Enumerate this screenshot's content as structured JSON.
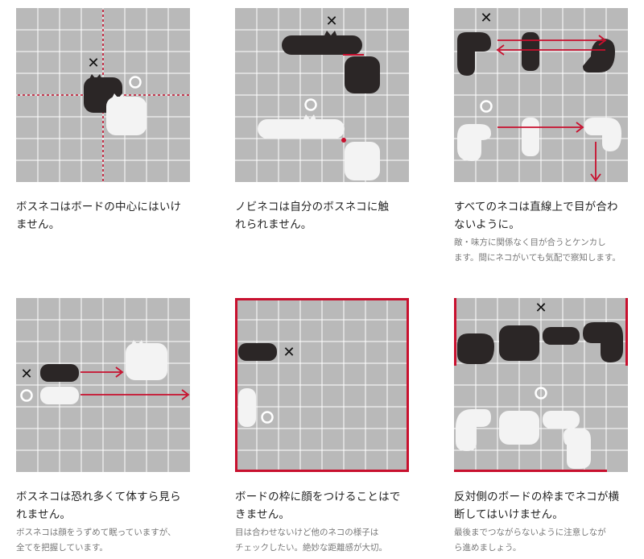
{
  "rules": [
    {
      "main_lines": [
        "ボスネコはボードの中心にはいけ",
        "ません。"
      ],
      "sub_lines": []
    },
    {
      "main_lines": [
        "ノビネコは自分のボスネコに触",
        "れられません。"
      ],
      "sub_lines": []
    },
    {
      "main_lines": [
        "すべてのネコは直線上で目が合わ",
        "ないように。"
      ],
      "sub_lines": [
        "敵・味方に関係なく目が合うとケンカし",
        "ます。間にネコがいても気配で察知します。"
      ]
    },
    {
      "main_lines": [
        "ボスネコは恐れ多くて体すら見ら",
        "れません。"
      ],
      "sub_lines": [
        "ボスネコは顔をうずめて眠っていますが、",
        "全てを把握しています。"
      ]
    },
    {
      "main_lines": [
        "ボードの枠に顔をつけることはで",
        "きません。"
      ],
      "sub_lines": [
        "目は合わせないけど他のネコの様子は",
        "チェックしたい。絶妙な距離感が大切。"
      ]
    },
    {
      "main_lines": [
        "反対側のボードの枠までネコが横",
        "断してはいけません。"
      ],
      "sub_lines": [
        "最後までつながらないように注意しなが",
        "ら進めましょう。"
      ]
    }
  ],
  "marks": {
    "ng": "✕",
    "ok": "○"
  },
  "colors": {
    "board": "#b9b9b9",
    "grid_line": "#ffffff",
    "black_cat": "#2b2626",
    "white_cat": "#f3f3f3",
    "accent_red": "#c8102e"
  }
}
